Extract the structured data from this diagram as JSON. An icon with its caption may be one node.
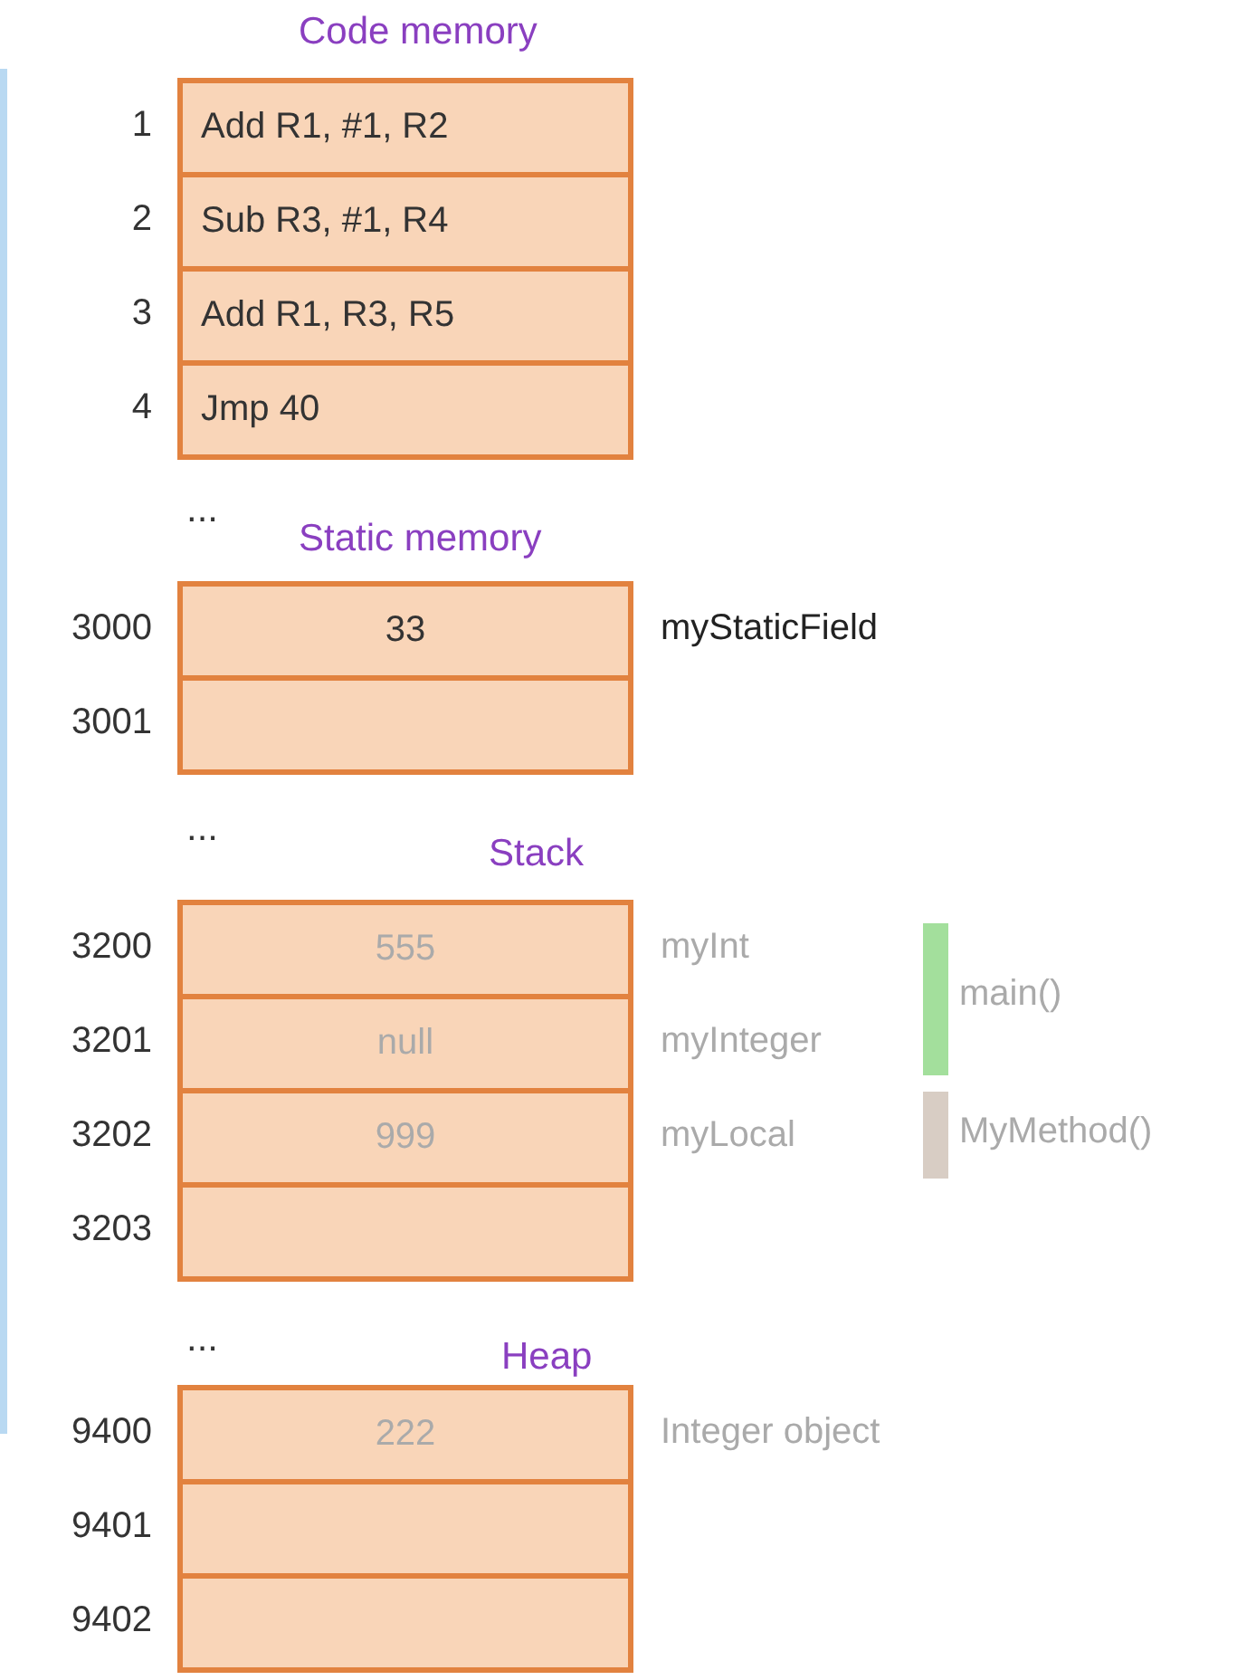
{
  "diagram": {
    "nodes": [
      {
        "text": [
          "Add R1, #1, R2"
        ],
        "beside": [
          "1"
        ]
      },
      {
        "text": [
          "Sub R3, #1, R4"
        ],
        "beside": [
          "2"
        ]
      },
      {
        "text": [
          "Add R1, R3, R5"
        ],
        "beside": [
          "3"
        ]
      },
      {
        "text": [
          "Jmp 40"
        ],
        "beside": [
          "4"
        ]
      },
      {
        "text": [
          "33"
        ],
        "beside": [
          "3000",
          "myStaticField"
        ]
      },
      {
        "text": [],
        "shape": "box",
        "beside": [
          "3001"
        ]
      },
      {
        "text": [
          "555"
        ],
        "beside": [
          "3200",
          "myInt"
        ]
      },
      {
        "text": [
          "null"
        ],
        "beside": [
          "3201",
          "myInteger"
        ]
      },
      {
        "text": [
          "999"
        ],
        "beside": [
          "3202",
          "myLocal"
        ]
      },
      {
        "text": [],
        "shape": "box",
        "beside": [
          "3203"
        ]
      },
      {
        "text": [
          "222"
        ],
        "beside": [
          "9400",
          "Integer object"
        ]
      },
      {
        "text": [],
        "shape": "box",
        "beside": [
          "9401"
        ]
      },
      {
        "text": [],
        "shape": "box",
        "beside": [
          "9402"
        ]
      }
    ],
    "labels": [
      "Code memory",
      "...",
      "Static memory",
      "...",
      "Stack",
      "...",
      "Heap"
    ],
    "legend": [
      {
        "text": "main()",
        "color": "#a3df9c"
      },
      {
        "text": "MyMethod()",
        "color": "#d8cdc4"
      }
    ]
  }
}
